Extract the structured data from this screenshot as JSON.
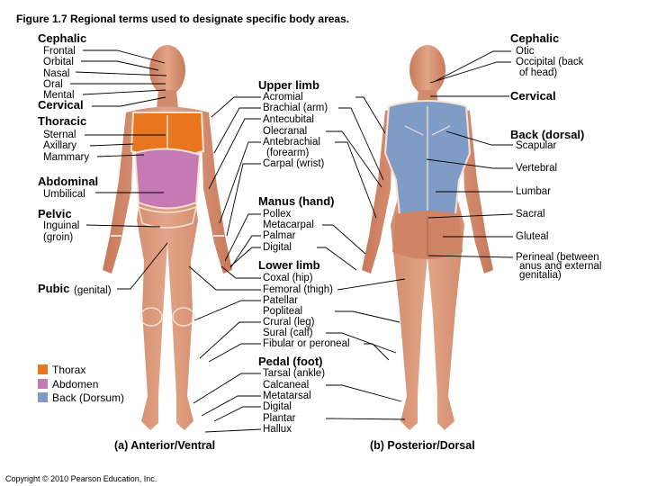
{
  "title": "Figure 1.7  Regional terms used to designate specific body areas.",
  "left_labels": [
    {
      "text": "Cephalic",
      "bold": true
    },
    {
      "text": "Frontal"
    },
    {
      "text": "Orbital"
    },
    {
      "text": "Nasal"
    },
    {
      "text": "Oral"
    },
    {
      "text": "Mental"
    },
    {
      "text": "Cervical",
      "bold": true
    },
    {
      "text": "Thoracic",
      "bold": true
    },
    {
      "text": "Sternal"
    },
    {
      "text": "Axillary"
    },
    {
      "text": "Mammary"
    },
    {
      "text": "Abdominal",
      "bold": true
    },
    {
      "text": "Umbilical"
    },
    {
      "text": "Pelvic",
      "bold": true
    },
    {
      "text": "Inguinal"
    },
    {
      "text": "(groin)"
    },
    {
      "text": "Pubic",
      "bold": true
    },
    {
      "text": "(genital)"
    }
  ],
  "middle_labels": [
    {
      "text": "Upper limb",
      "bold": true
    },
    {
      "text": "Acromial"
    },
    {
      "text": "Brachial (arm)"
    },
    {
      "text": "Antecubital"
    },
    {
      "text": "Olecranal"
    },
    {
      "text": "Antebrachial"
    },
    {
      "text": "(forearm)"
    },
    {
      "text": "Carpal (wrist)"
    },
    {
      "text": "Manus (hand)",
      "bold": true
    },
    {
      "text": "Pollex"
    },
    {
      "text": "Metacarpal"
    },
    {
      "text": "Palmar"
    },
    {
      "text": "Digital"
    },
    {
      "text": "Lower limb",
      "bold": true
    },
    {
      "text": "Coxal (hip)"
    },
    {
      "text": "Femoral (thigh)"
    },
    {
      "text": "Patellar"
    },
    {
      "text": "Popliteal"
    },
    {
      "text": "Crural (leg)"
    },
    {
      "text": "Sural (calf)"
    },
    {
      "text": "Fibular or peroneal"
    },
    {
      "text": "Pedal (foot)",
      "bold": true
    },
    {
      "text": "Tarsal (ankle)"
    },
    {
      "text": "Calcaneal"
    },
    {
      "text": "Metatarsal"
    },
    {
      "text": "Digital"
    },
    {
      "text": "Plantar"
    },
    {
      "text": "Hallux"
    }
  ],
  "right_labels": [
    {
      "text": "Cephalic",
      "bold": true
    },
    {
      "text": "Otic"
    },
    {
      "text": "Occipital (back"
    },
    {
      "text": "of head)"
    },
    {
      "text": "Cervical",
      "bold": true
    },
    {
      "text": "Back (dorsal)",
      "bold": true
    },
    {
      "text": "Scapular"
    },
    {
      "text": "Vertebral"
    },
    {
      "text": "Lumbar"
    },
    {
      "text": "Sacral"
    },
    {
      "text": "Gluteal"
    },
    {
      "text": "Perineal (between"
    },
    {
      "text": "anus and external"
    },
    {
      "text": "genitalia)"
    }
  ],
  "legend": [
    {
      "label": "Thorax",
      "color": "#e8761f"
    },
    {
      "label": "Abdomen",
      "color": "#c57ab4"
    },
    {
      "label": "Back (Dorsum)",
      "color": "#7f9cc6"
    }
  ],
  "captions": {
    "anterior": "(a) Anterior/Ventral",
    "posterior": "(b) Posterior/Dorsal"
  },
  "copyright": "Copyright © 2010 Pearson Education, Inc."
}
